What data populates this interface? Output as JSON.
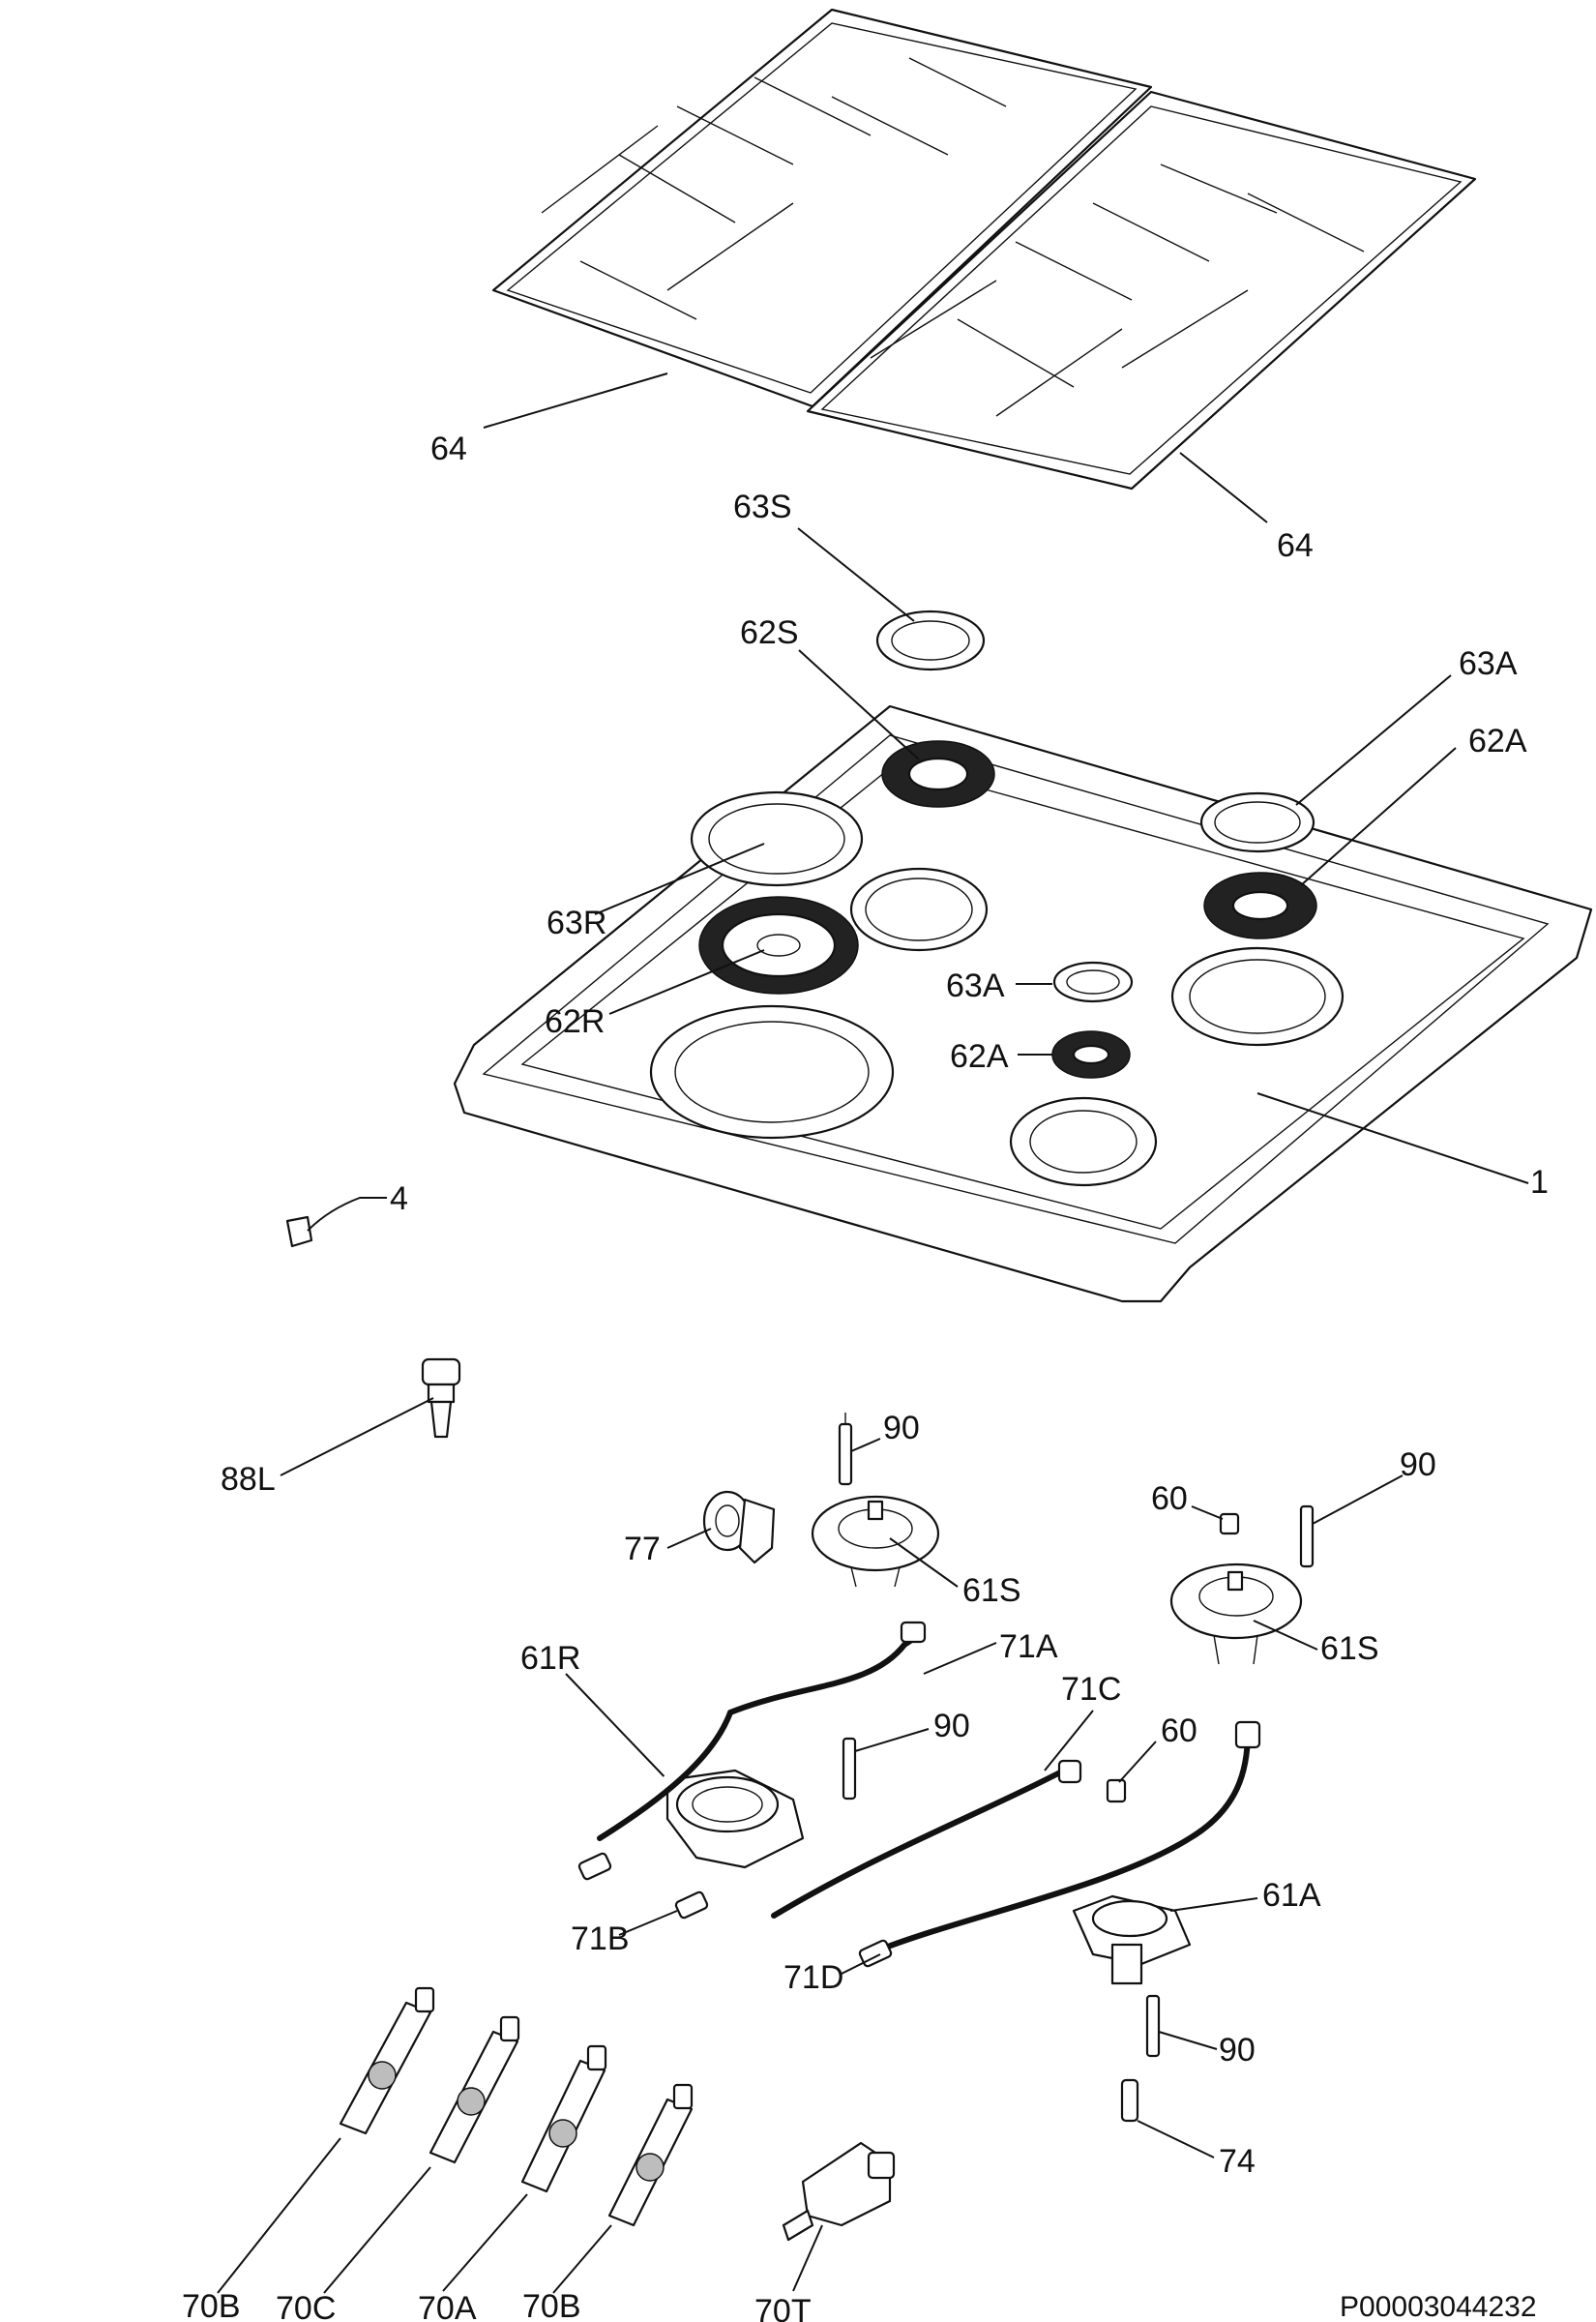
{
  "reference_code": "P00003044232",
  "labels": {
    "l64_left": "64",
    "l64_right": "64",
    "l63S": "63S",
    "l62S": "62S",
    "l63A_top": "63A",
    "l62A_top": "62A",
    "l63R": "63R",
    "l62R": "62R",
    "l63A_mid": "63A",
    "l62A_mid": "62A",
    "l1": "1",
    "l4": "4",
    "l88L": "88L",
    "l90_a": "90",
    "l90_b": "90",
    "l90_c": "90",
    "l90_d": "90",
    "l60_a": "60",
    "l60_b": "60",
    "l77": "77",
    "l61S_a": "61S",
    "l61S_b": "61S",
    "l61R": "61R",
    "l71A": "71A",
    "l71C": "71C",
    "l71B": "71B",
    "l71D": "71D",
    "l61A": "61A",
    "l74": "74",
    "l70B_a": "70B",
    "l70C": "70C",
    "l70A": "70A",
    "l70B_b": "70B",
    "l70T": "70T"
  }
}
